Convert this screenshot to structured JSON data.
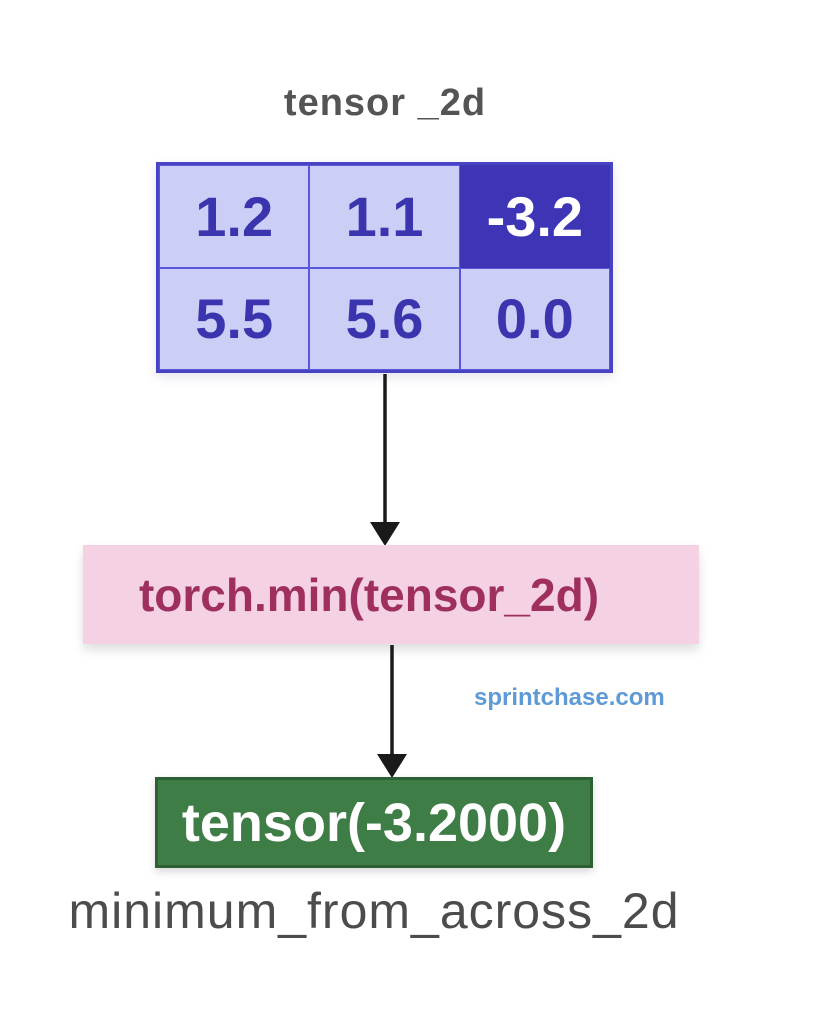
{
  "title": "tensor _2d",
  "tensor_grid": {
    "rows": [
      [
        "1.2",
        "1.1",
        "-3.2"
      ],
      [
        "5.5",
        "5.6",
        "0.0"
      ]
    ],
    "highlighted_value": "-3.2",
    "highlighted_cell": {
      "row": 0,
      "col": 2
    }
  },
  "operation_box": {
    "label": "torch.min(tensor_2d)"
  },
  "result_box": {
    "label": "tensor(-3.2000)"
  },
  "result_label": "minimum_from_across_2d",
  "watermark": "sprintchase.com",
  "icons": {
    "arrow_1": "down-arrow-icon",
    "arrow_2": "down-arrow-icon"
  },
  "colors": {
    "title-text": "#545454",
    "cell-bg": "#cbcef5",
    "cell-text": "#3a35ae",
    "cell-border": "#5b57d9",
    "grid-outer-border": "#4743c3",
    "highlight-bg": "#3d35b6",
    "highlight-text": "#ffffff",
    "op-bg": "#f4d2e4",
    "op-text": "#9e2f5e",
    "result-bg": "#3f7d46",
    "result-border": "#2d6134",
    "result-text": "#ffffff",
    "label-text": "#4c4c4c",
    "watermark-text": "#5e9ad6",
    "arrow": "#1a1a1a"
  }
}
